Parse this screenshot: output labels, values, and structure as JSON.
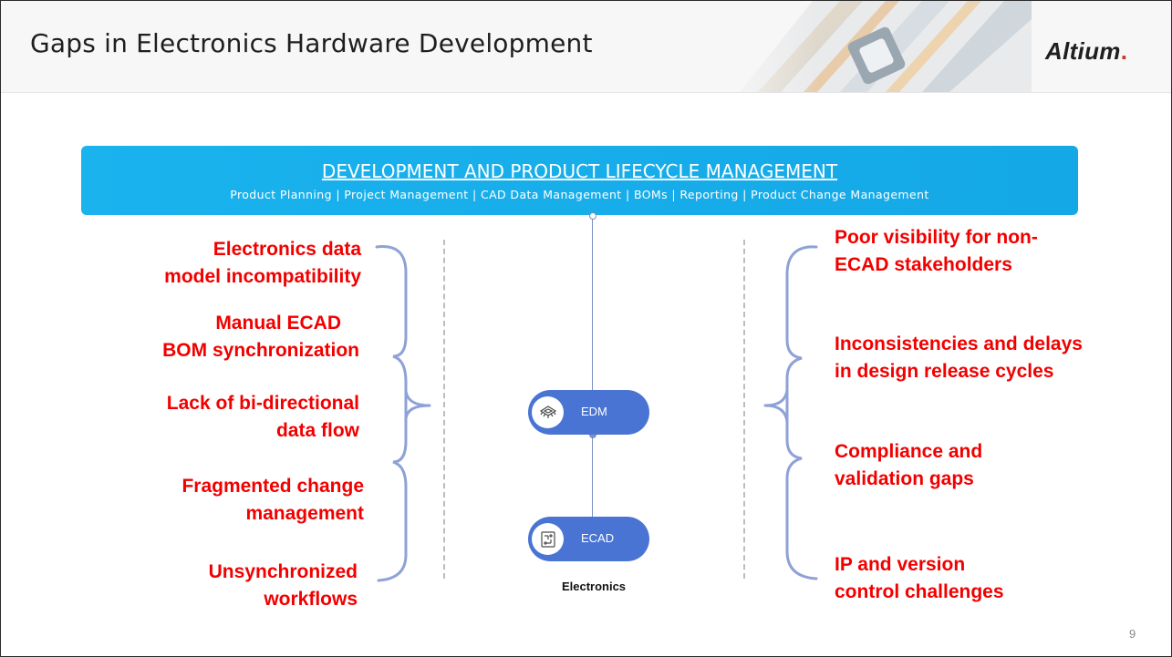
{
  "header": {
    "title": "Gaps in Electronics Hardware Development",
    "logo": "Altium",
    "logo_dot": "."
  },
  "banner": {
    "title": "DEVELOPMENT AND PRODUCT LIFECYCLE MANAGEMENT",
    "subtitle": "Product Planning | Project Management | CAD Data Management | BOMs | Reporting | Product Change Management"
  },
  "left_gaps": [
    {
      "line1": "Electronics data",
      "line2": "model incompatibility"
    },
    {
      "line1": "Manual ECAD",
      "line2": "BOM synchronization"
    },
    {
      "line1": "Lack of bi-directional",
      "line2": "data flow"
    },
    {
      "line1": "Fragmented change",
      "line2": "management"
    },
    {
      "line1": "Unsynchronized",
      "line2": "workflows"
    }
  ],
  "right_gaps": [
    {
      "line1": "Poor visibility for non-",
      "line2": "ECAD stakeholders"
    },
    {
      "line1": "Inconsistencies and delays",
      "line2": "in design release cycles"
    },
    {
      "line1": "Compliance and",
      "line2": "validation gaps"
    },
    {
      "line1": "IP and version",
      "line2": "control challenges"
    }
  ],
  "center": {
    "edm_label": "EDM",
    "ecad_label": "ECAD",
    "caption": "Electronics",
    "edm_icon": "chip-icon",
    "ecad_icon": "circuit-board-icon"
  },
  "footer": {
    "page_number": "9"
  },
  "colors": {
    "banner": "#14a8e6",
    "pill": "#4a74d4",
    "gap_text": "#f20000",
    "brace": "#8fa2d6"
  }
}
